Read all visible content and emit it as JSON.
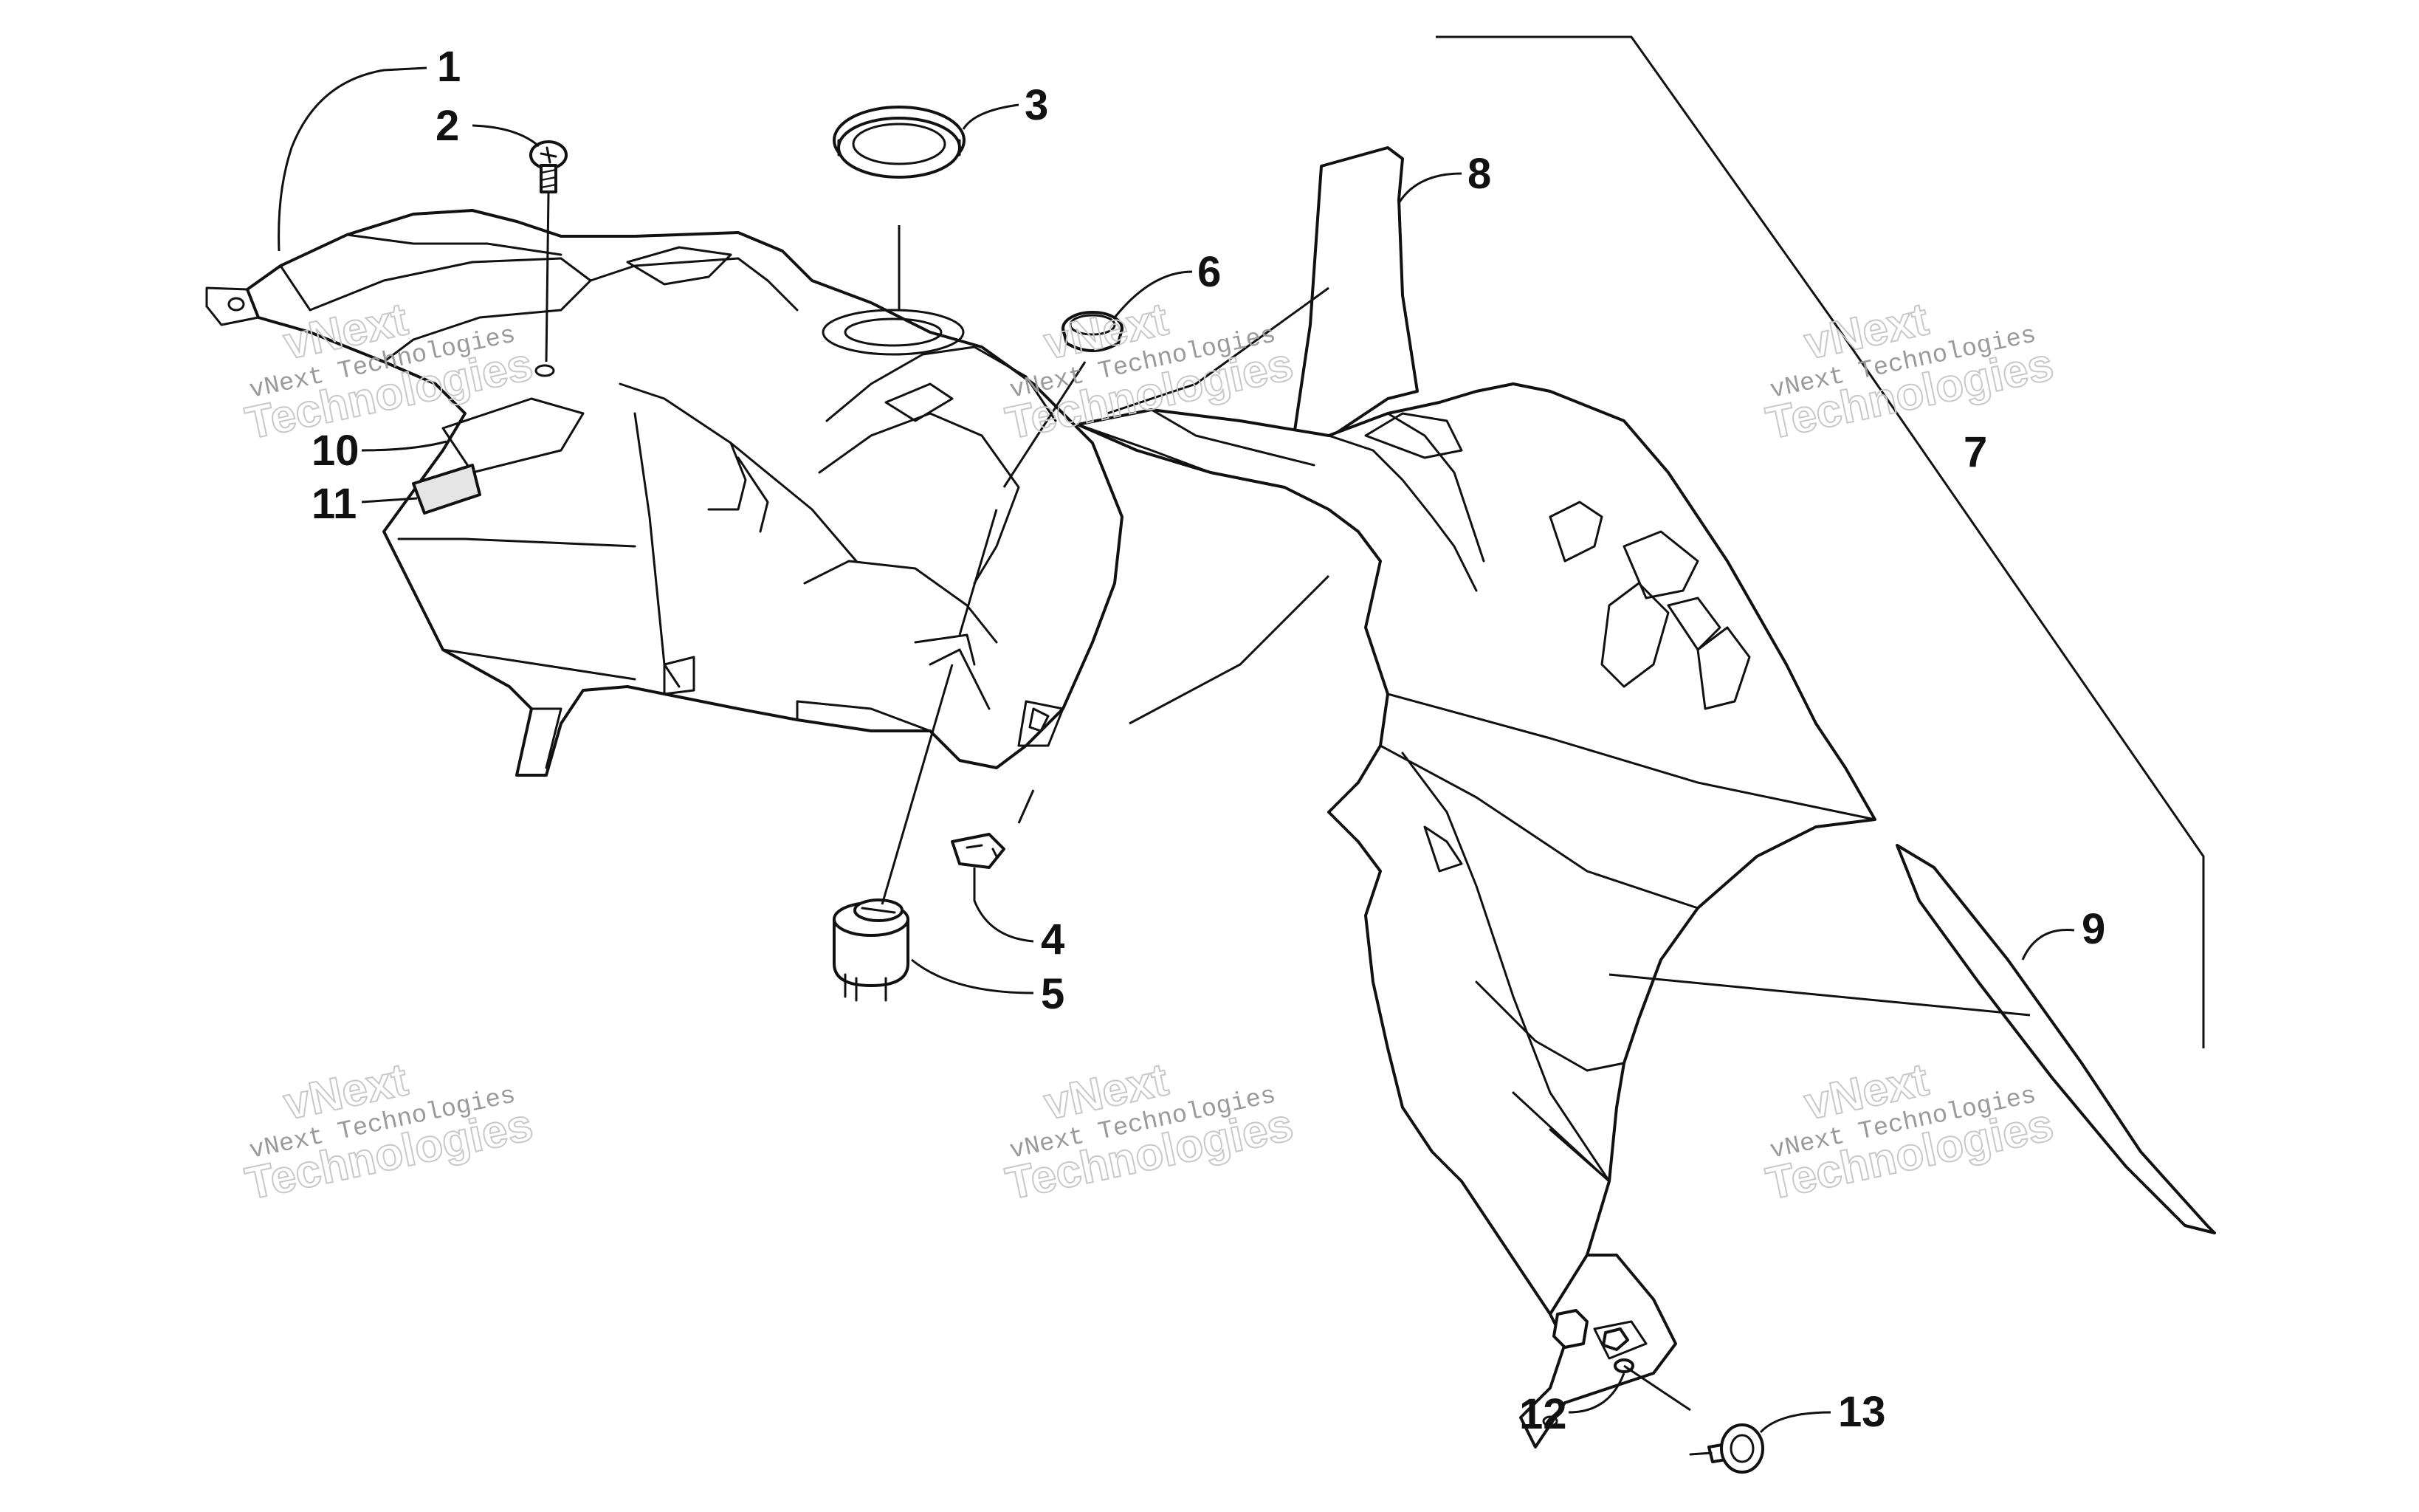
{
  "callouts": [
    "1",
    "2",
    "3",
    "4",
    "5",
    "6",
    "7",
    "8",
    "9",
    "10",
    "11",
    "12",
    "13"
  ],
  "watermark": {
    "line1": "vNext",
    "line2": "vNext Technologies",
    "line3": "Technologies"
  }
}
